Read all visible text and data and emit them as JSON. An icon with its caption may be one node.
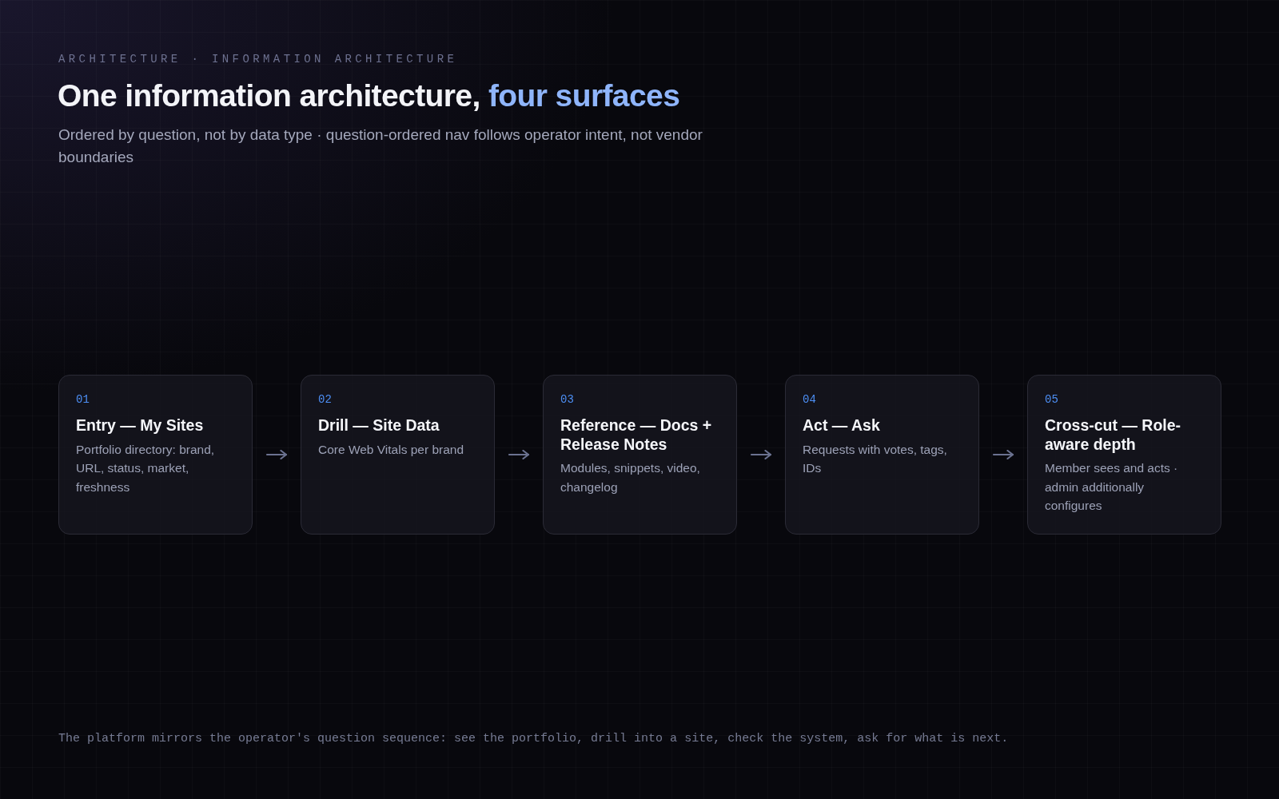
{
  "diagram": {
    "title": "One information architecture, **four surfaces**",
    "nodes": [
      {
        "text": [
          "01",
          "Entry — My Sites",
          "Portfolio directory: brand, URL, status, market, freshness"
        ]
      },
      {
        "text": [
          "02",
          "Drill — Site Data",
          "Core Web Vitals per brand"
        ]
      },
      {
        "text": [
          "03",
          "Reference — Docs + Release Notes",
          "Modules, snippets, video, changelog"
        ]
      },
      {
        "text": [
          "04",
          "Act — Ask",
          "Requests with votes, tags, IDs"
        ]
      },
      {
        "text": [
          "05",
          "Cross-cut — Role-aware depth",
          "Member sees and acts · admin additionally configures"
        ]
      }
    ],
    "edges": [
      {
        "from": 0,
        "to": 1,
        "arrow": "to"
      },
      {
        "from": 1,
        "to": 2,
        "arrow": "to"
      },
      {
        "from": 2,
        "to": 3,
        "arrow": "to"
      },
      {
        "from": 3,
        "to": 4,
        "arrow": "to"
      }
    ],
    "labels": [
      "ARCHITECTURE · INFORMATION ARCHITECTURE",
      "Ordered by question, not by data type · question-ordered nav follows operator intent, not vendor boundaries",
      "The platform mirrors the operator's question sequence: see the portfolio, drill into a site, check the system, ask for what is next."
    ]
  }
}
